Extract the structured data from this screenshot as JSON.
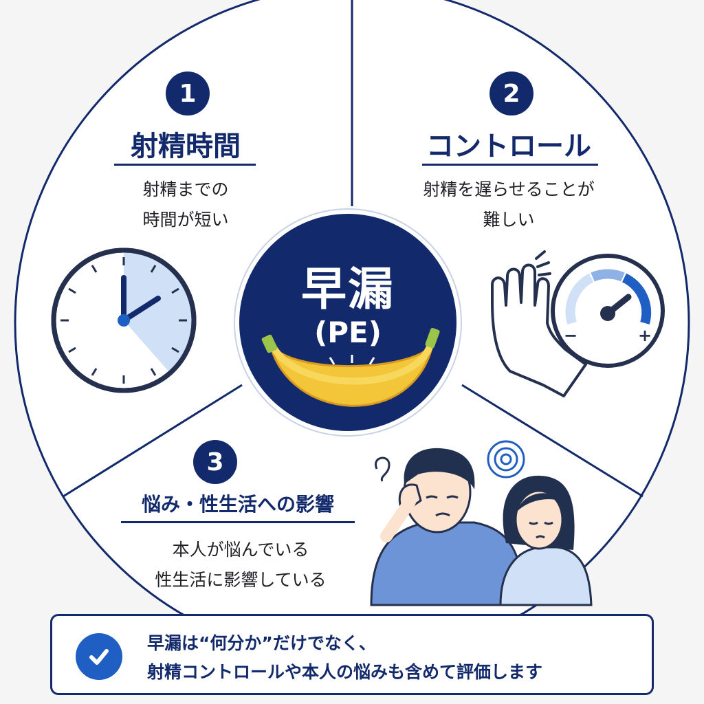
{
  "center": {
    "title": "早漏",
    "subtitle": "(PE)"
  },
  "sections": [
    {
      "number": "1",
      "title": "射精時間",
      "desc_line1": "射精までの",
      "desc_line2": "時間が短い"
    },
    {
      "number": "2",
      "title": "コントロール",
      "desc_line1": "射精を遅らせることが",
      "desc_line2": "難しい"
    },
    {
      "number": "3",
      "title": "悩み・性生活への影響",
      "desc_line1": "本人が悩んでいる",
      "desc_line2": "性生活に影響している"
    }
  ],
  "gauge": {
    "minus": "−",
    "plus": "+"
  },
  "note": {
    "line1": "早漏は“何分か”だけでなく、",
    "line2": "射精コントロールや本人の悩みも含めて評価します"
  },
  "colors": {
    "navy": "#12296b",
    "accent": "#1f5fc4",
    "light_blue": "#cfe0f7",
    "banana": "#f3c63a"
  },
  "icons": [
    "clock-icon",
    "banana-icon",
    "stop-hand-icon",
    "gauge-icon",
    "worried-man-icon",
    "worried-woman-icon",
    "check-icon"
  ]
}
